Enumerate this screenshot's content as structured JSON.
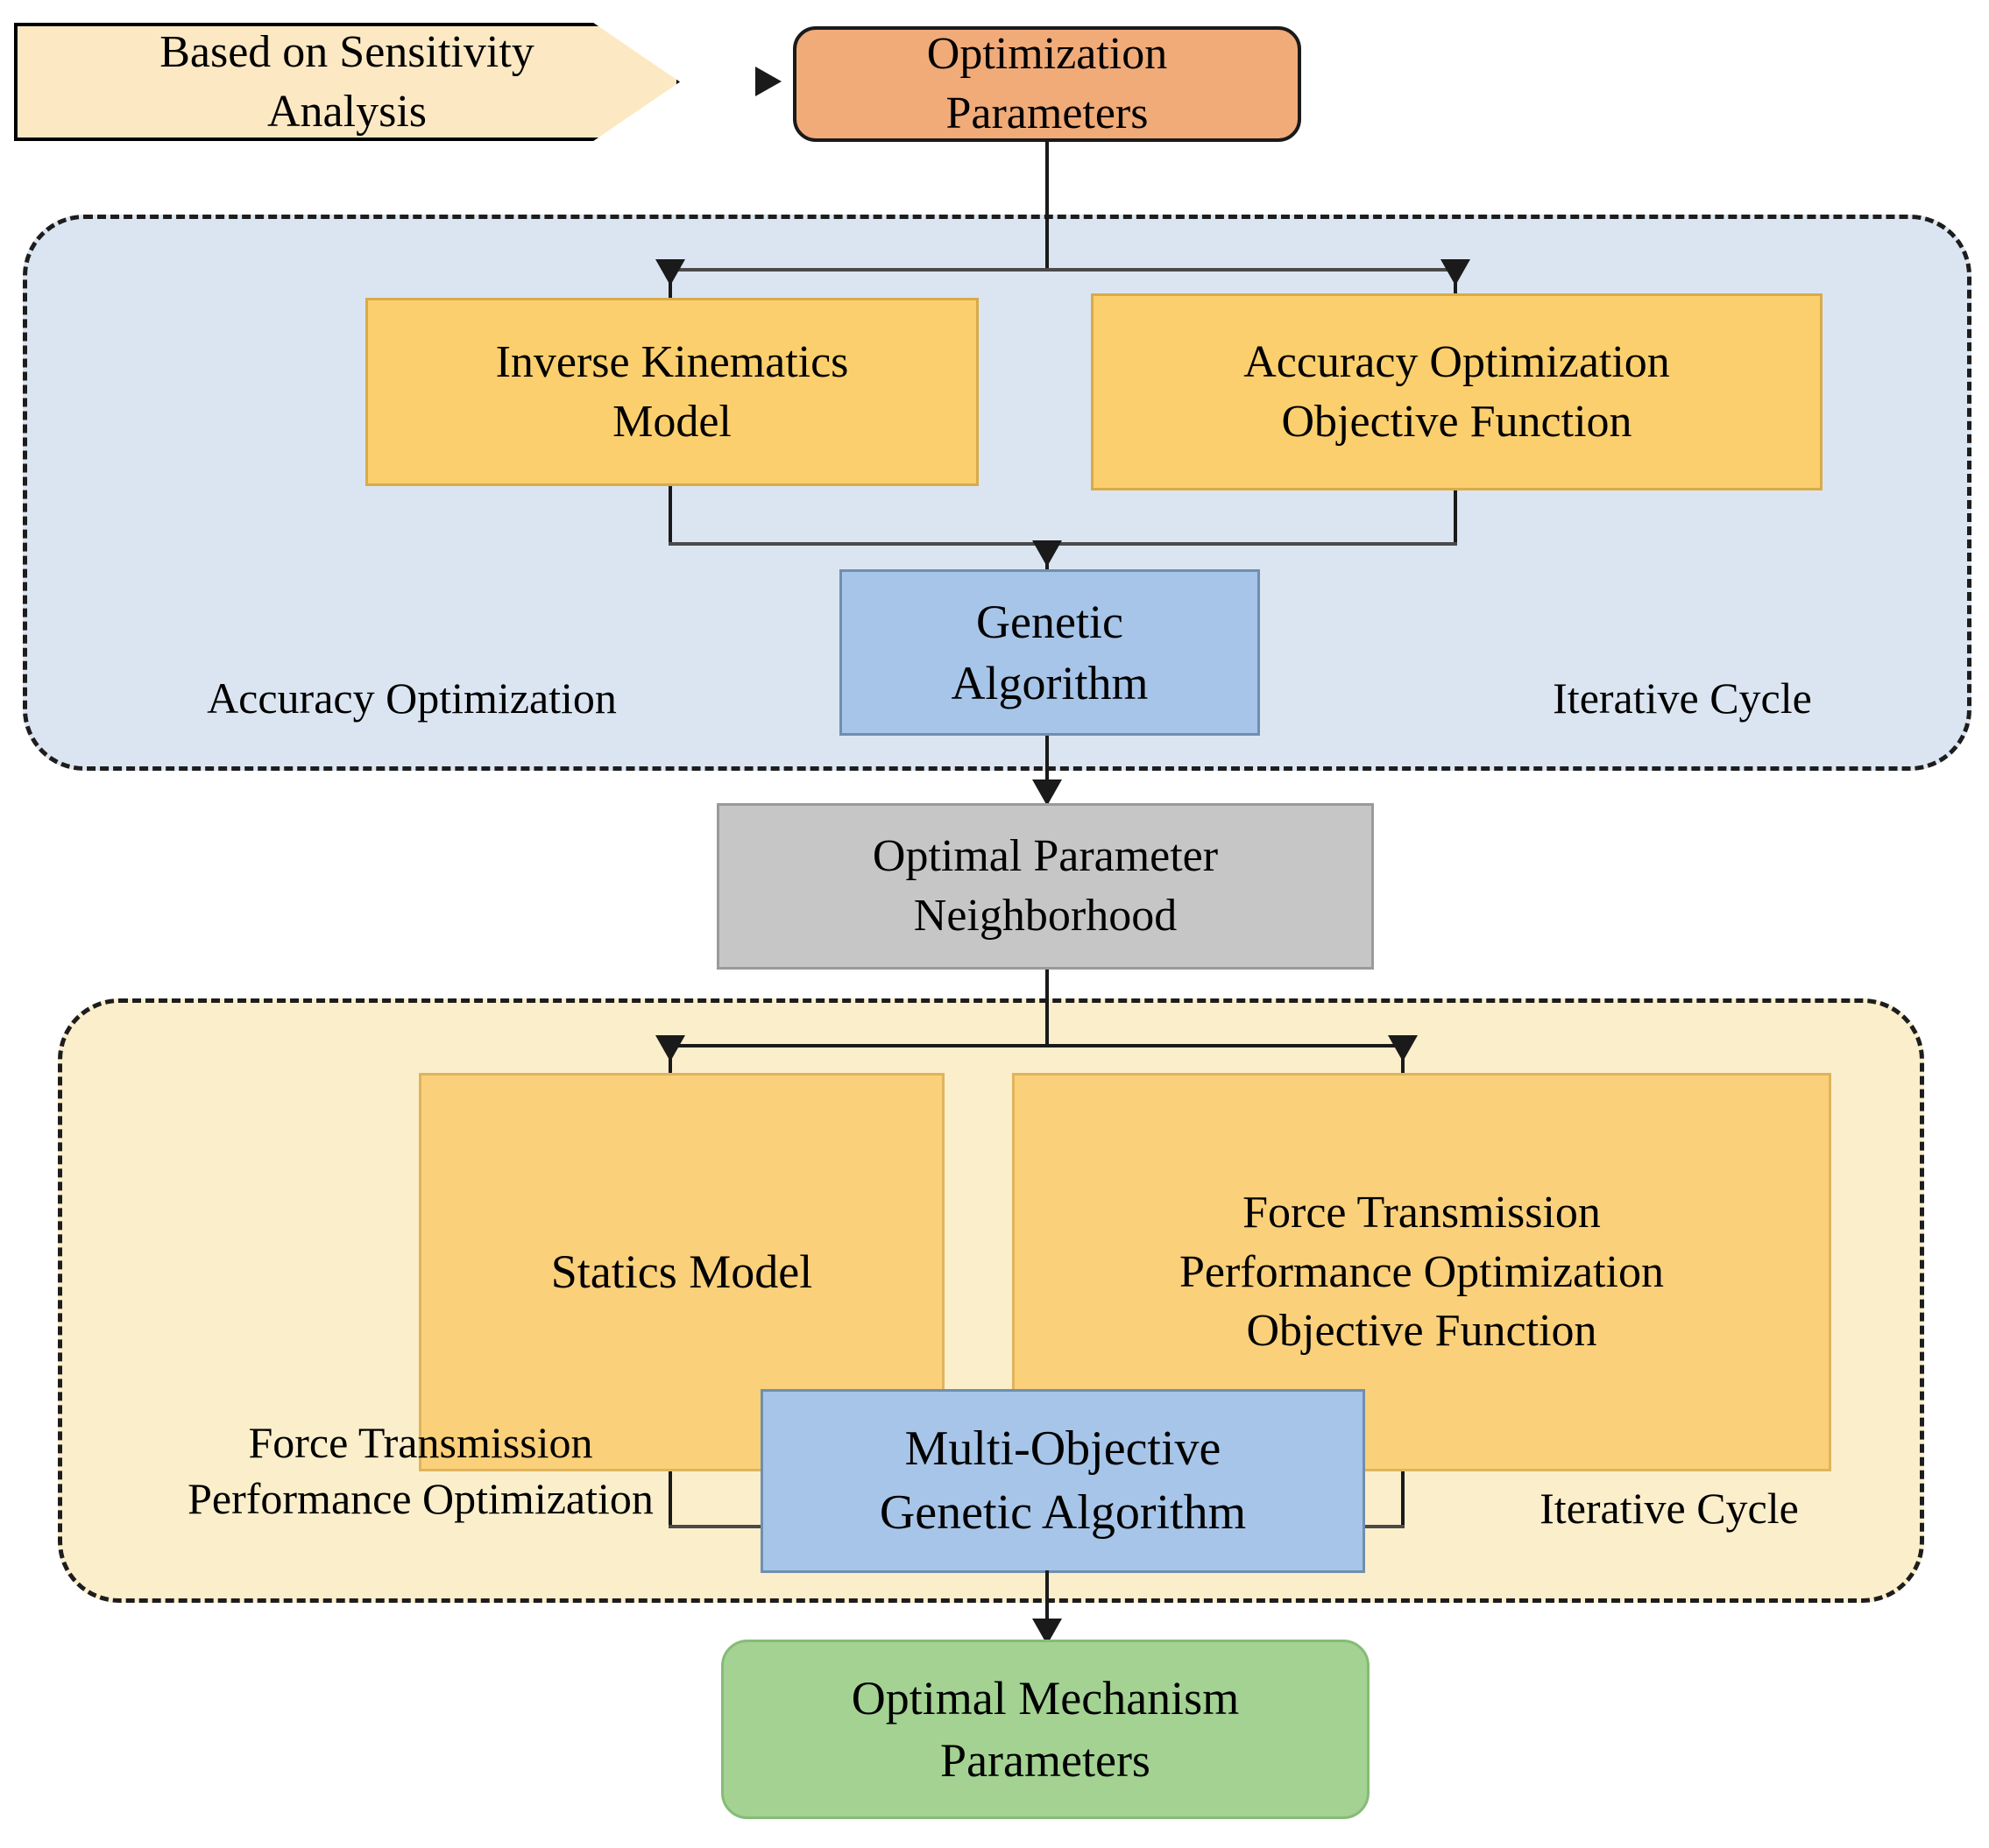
{
  "diagram": {
    "title": "Two-stage optimization flowchart",
    "colors": {
      "pentagon_fill": "#fce9c3",
      "orange_fill": "#f0ab79",
      "yellow_fill": "#fbcf6d",
      "blue_box_fill": "#a7c5e8",
      "gray_fill": "#c6c6c6",
      "green_fill": "#a3d293",
      "blue_group_fill": "#dbe5f1",
      "cream_group_fill": "#fbeecb",
      "edge_stroke": "#1a1a1a"
    }
  },
  "nodes": {
    "sensitivity": {
      "line1": "Based on Sensitivity",
      "line2": "Analysis"
    },
    "opt_params": {
      "line1": "Optimization",
      "line2": "Parameters"
    },
    "inverse_kinematics": {
      "line1": "Inverse Kinematics",
      "line2": "Model"
    },
    "accuracy_objective": {
      "line1": "Accuracy Optimization",
      "line2": "Objective Function"
    },
    "genetic_algorithm": {
      "line1": "Genetic",
      "line2": "Algorithm"
    },
    "optimal_neighborhood": {
      "line1": "Optimal Parameter",
      "line2": "Neighborhood"
    },
    "statics_model": {
      "line1": "Statics Model"
    },
    "force_objective": {
      "line1": "Force Transmission",
      "line2": "Performance Optimization",
      "line3": "Objective Function"
    },
    "moga": {
      "line1": "Multi-Objective",
      "line2": "Genetic Algorithm"
    },
    "optimal_mechanism": {
      "line1": "Optimal Mechanism",
      "line2": "Parameters"
    }
  },
  "groups": {
    "accuracy_stage": {
      "caption_left": {
        "line1": "Accuracy Optimization"
      },
      "caption_right": {
        "line1": "Iterative Cycle"
      }
    },
    "force_stage": {
      "caption_left": {
        "line1": "Force Transmission",
        "line2": "Performance Optimization"
      },
      "caption_right": {
        "line1": "Iterative Cycle"
      }
    }
  }
}
